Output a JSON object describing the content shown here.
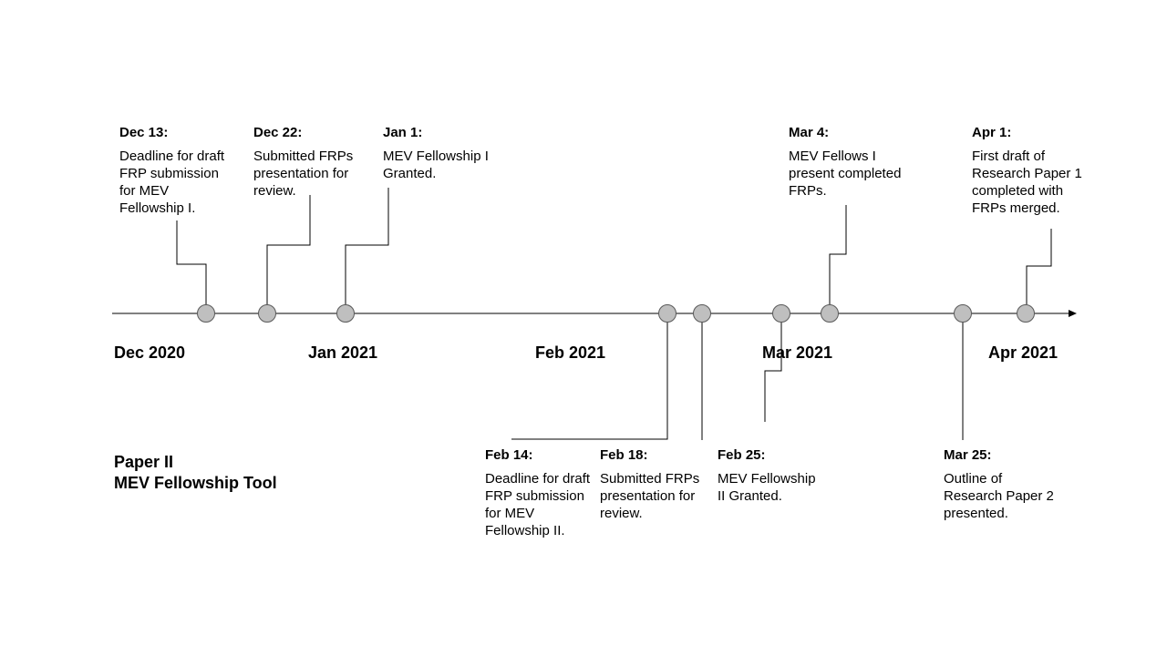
{
  "title": {
    "line1": "Paper II",
    "line2": "MEV Fellowship Tool"
  },
  "months": [
    {
      "label": "Dec 2020"
    },
    {
      "label": "Jan 2021"
    },
    {
      "label": "Feb 2021"
    },
    {
      "label": "Mar 2021"
    },
    {
      "label": "Apr 2021"
    }
  ],
  "events_above": [
    {
      "date": "Dec 13:",
      "description": "Deadline for draft FRP submission for MEV Fellowship I."
    },
    {
      "date": "Dec 22:",
      "description": "Submitted FRPs presentation for review."
    },
    {
      "date": "Jan 1:",
      "description": "MEV Fellowship I Granted."
    },
    {
      "date": "Mar 4:",
      "description": "MEV Fellows I present completed FRPs."
    },
    {
      "date": "Apr 1:",
      "description": "First draft of Research Paper 1 completed with FRPs merged."
    }
  ],
  "events_below": [
    {
      "date": "Feb 14:",
      "description": "Deadline for draft FRP submission for MEV Fellowship II."
    },
    {
      "date": "Feb 18:",
      "description": "Submitted FRPs presentation for review."
    },
    {
      "date": "Feb 25:",
      "description": "MEV Fellowship II Granted."
    },
    {
      "date": "Mar 25:",
      "description": "Outline of Research Paper 2 presented."
    }
  ],
  "colors": {
    "line": "#000000",
    "milestone_fill": "#bfbfbf",
    "milestone_stroke": "#595959"
  }
}
